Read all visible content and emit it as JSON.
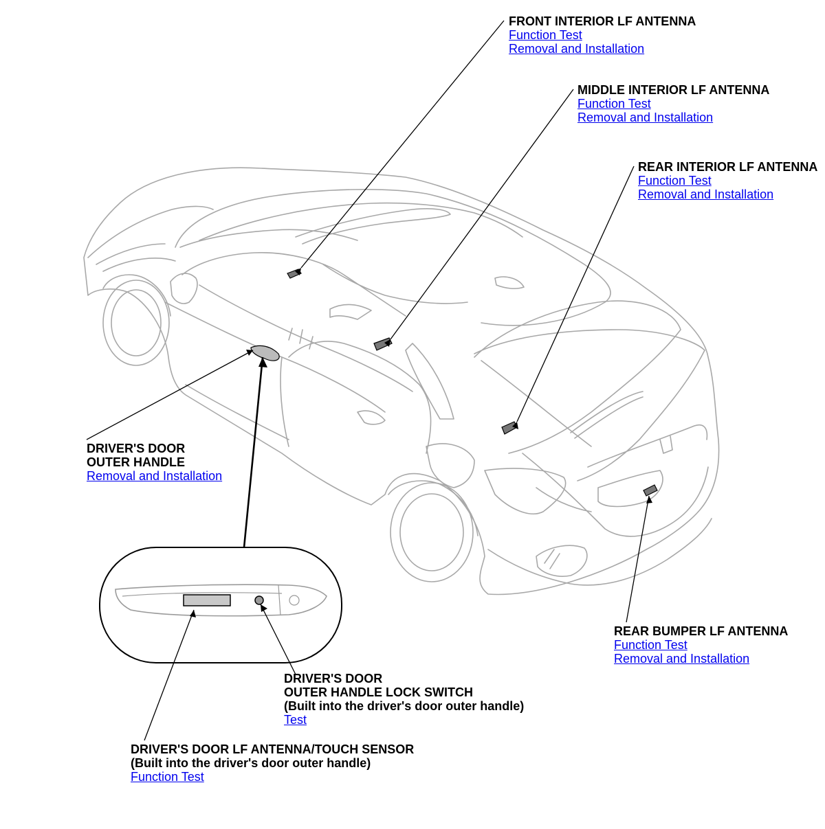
{
  "callouts": {
    "front_interior": {
      "title": "FRONT INTERIOR LF ANTENNA",
      "link1": "Function Test",
      "link2": "Removal and Installation"
    },
    "middle_interior": {
      "title": "MIDDLE INTERIOR LF ANTENNA",
      "link1": "Function Test",
      "link2": "Removal and Installation"
    },
    "rear_interior": {
      "title": "REAR INTERIOR LF ANTENNA",
      "link1": "Function Test",
      "link2": "Removal and Installation"
    },
    "drivers_door_handle": {
      "title1": "DRIVER'S DOOR",
      "title2": "OUTER HANDLE",
      "link1": "Removal and Installation"
    },
    "rear_bumper": {
      "title": "REAR BUMPER LF ANTENNA",
      "link1": "Function Test",
      "link2": "Removal and Installation"
    },
    "lock_switch": {
      "title1": "DRIVER'S DOOR",
      "title2": "OUTER HANDLE LOCK SWITCH",
      "note": "(Built into the driver's door outer handle)",
      "link1": "Test"
    },
    "touch_sensor": {
      "title": "DRIVER'S DOOR LF ANTENNA/TOUCH SENSOR",
      "note": "(Built into the driver's door outer handle)",
      "link1": "Function Test"
    }
  },
  "colors": {
    "link": "#0000ee",
    "text": "#000000",
    "line_art": "#9a9a9a",
    "leader": "#000000"
  }
}
